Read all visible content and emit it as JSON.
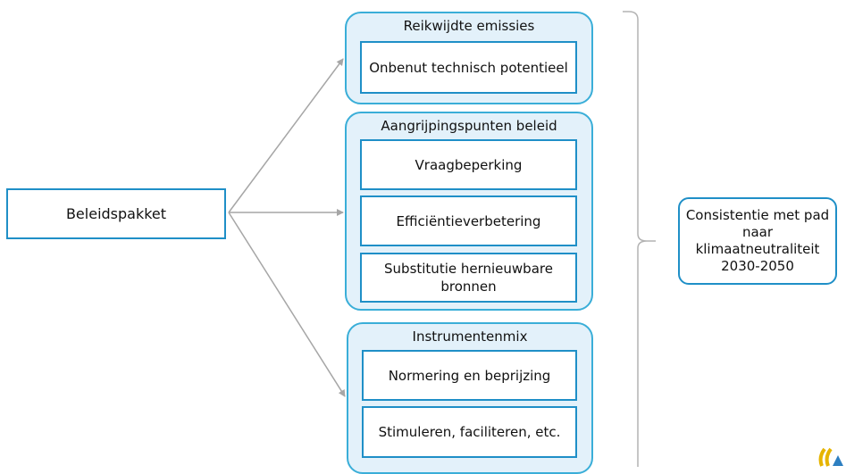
{
  "source": {
    "label": "Beleidspakket"
  },
  "groups": [
    {
      "title": "Reikwijdte emissies",
      "items": [
        "Onbenut technisch potentieel"
      ]
    },
    {
      "title": "Aangrijpingspunten beleid",
      "items": [
        "Vraagbeperking",
        "Efficiëntieverbetering",
        "Substitutie hernieuwbare bronnen"
      ]
    },
    {
      "title": "Instrumentenmix",
      "items": [
        "Normering en beprijzing",
        "Stimuleren, faciliteren, etc."
      ]
    }
  ],
  "outcome": {
    "label": "Consistentie met pad naar klimaatneutraliteit 2030-2050"
  },
  "logo": {
    "icon": "logo-icon"
  },
  "colors": {
    "box_border": "#1f8fc7",
    "group_border": "#3aaed8",
    "group_fill": "#e3f1fa",
    "arrow": "#a6a6a6",
    "brace": "#b3b3b3"
  }
}
